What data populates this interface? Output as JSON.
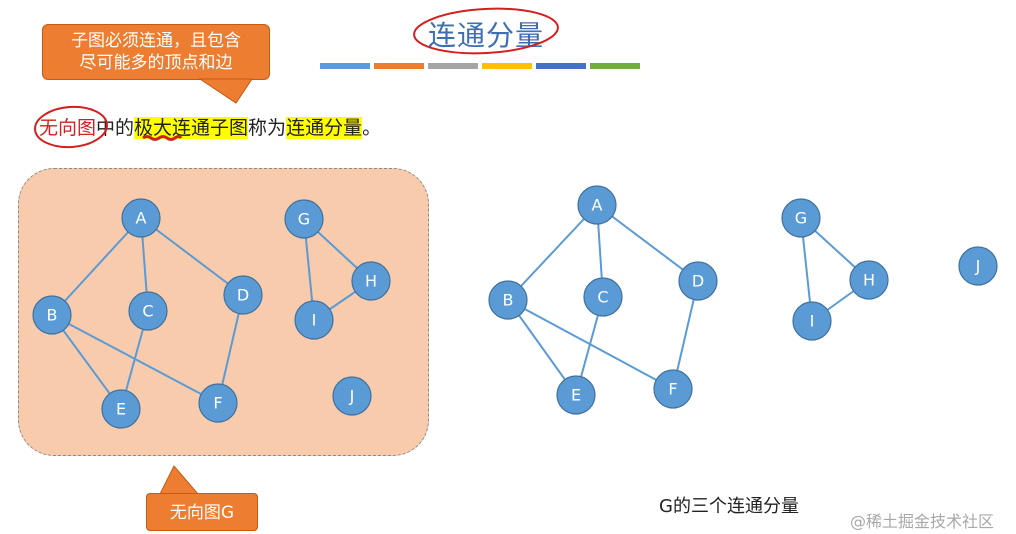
{
  "title": "连通分量",
  "colors": {
    "accent_blue": "#3f6fb2",
    "node_fill": "#5b9bd5",
    "edge": "#5b9bd5",
    "callout": "#ed7d31",
    "graph_box": "#f8cbad",
    "highlight": "#ffff00",
    "annotation_red": "#d31f1f",
    "bars": [
      "#5b9bd5",
      "#ed7d31",
      "#a5a5a5",
      "#ffc000",
      "#4472c4",
      "#70ad47"
    ]
  },
  "callout_top": {
    "line1": "子图必须连通，且包含",
    "line2": "尽可能多的顶点和边"
  },
  "definition": {
    "term1": "无向图",
    "mid1": "中的",
    "term2": "极大连通子图",
    "mid2": "称为",
    "term3": "连通分量",
    "end": "。"
  },
  "callout_bottom": "无向图G",
  "caption": "G的三个连通分量",
  "watermark": "@稀土掘金技术社区",
  "graph_g": {
    "nodes": [
      "A",
      "B",
      "C",
      "D",
      "E",
      "F",
      "G",
      "H",
      "I",
      "J"
    ],
    "edges": [
      [
        "A",
        "B"
      ],
      [
        "A",
        "C"
      ],
      [
        "A",
        "D"
      ],
      [
        "B",
        "E"
      ],
      [
        "B",
        "F"
      ],
      [
        "C",
        "E"
      ],
      [
        "D",
        "F"
      ],
      [
        "G",
        "H"
      ],
      [
        "G",
        "I"
      ],
      [
        "H",
        "I"
      ]
    ]
  },
  "components": {
    "nodes": [
      "A",
      "B",
      "C",
      "D",
      "E",
      "F",
      "G",
      "H",
      "I",
      "J"
    ],
    "edges": [
      [
        "A",
        "B"
      ],
      [
        "A",
        "C"
      ],
      [
        "A",
        "D"
      ],
      [
        "B",
        "E"
      ],
      [
        "B",
        "F"
      ],
      [
        "C",
        "E"
      ],
      [
        "D",
        "F"
      ],
      [
        "G",
        "H"
      ],
      [
        "G",
        "I"
      ],
      [
        "H",
        "I"
      ]
    ]
  }
}
